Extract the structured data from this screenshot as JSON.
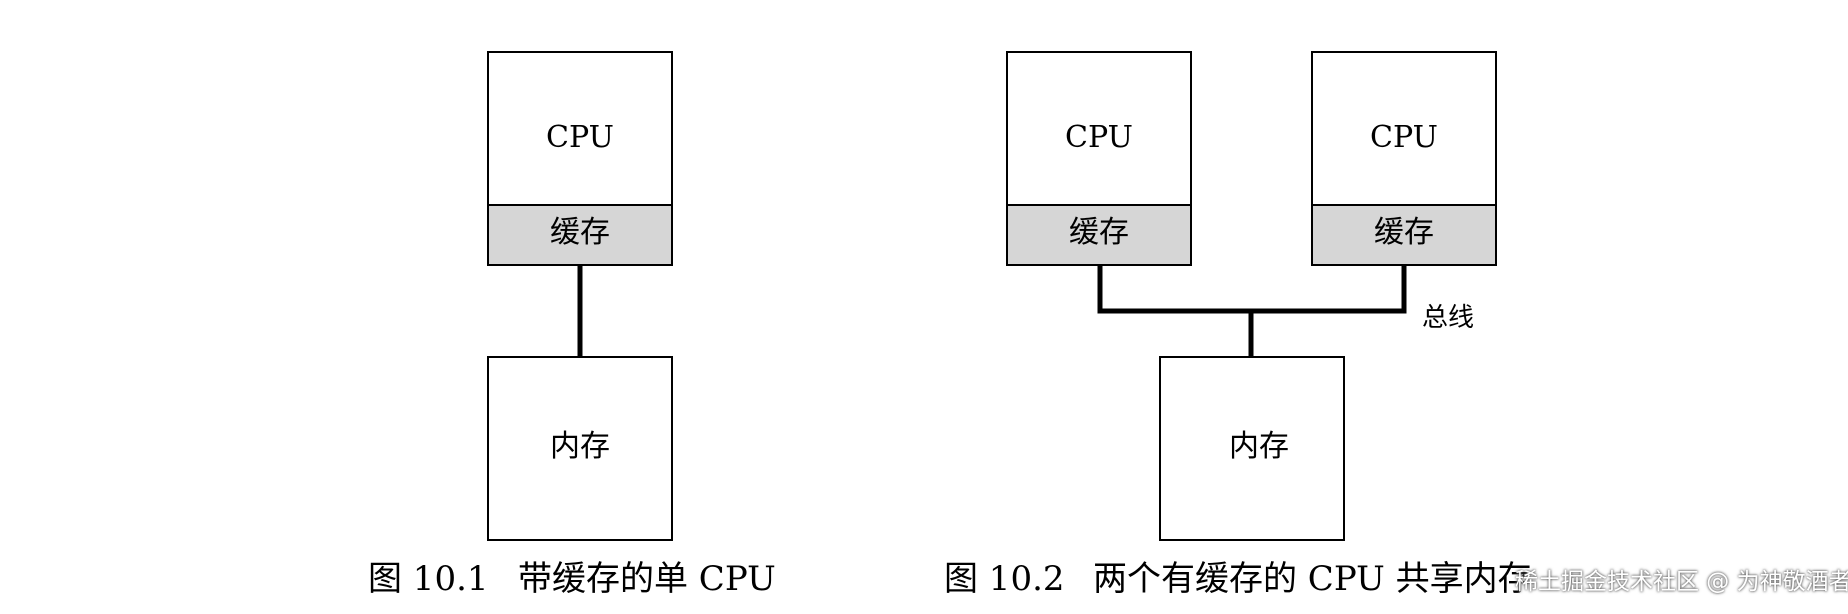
{
  "figure1": {
    "cpu_label": "CPU",
    "cache_label": "缓存",
    "memory_label": "内存",
    "caption_number": "图 10.1",
    "caption_text": "带缓存的单 CPU"
  },
  "figure2": {
    "cpu1_label": "CPU",
    "cache1_label": "缓存",
    "cpu2_label": "CPU",
    "cache2_label": "缓存",
    "bus_label": "总线",
    "memory_label": "内存",
    "caption_number": "图 10.2",
    "caption_text": "两个有缓存的 CPU 共享内存"
  },
  "watermark": {
    "text": "稀土掘金技术社区 @ 为神敬酒者"
  },
  "colors": {
    "cache_fill": "#d6d6d6",
    "line": "#000000",
    "background": "#ffffff"
  }
}
